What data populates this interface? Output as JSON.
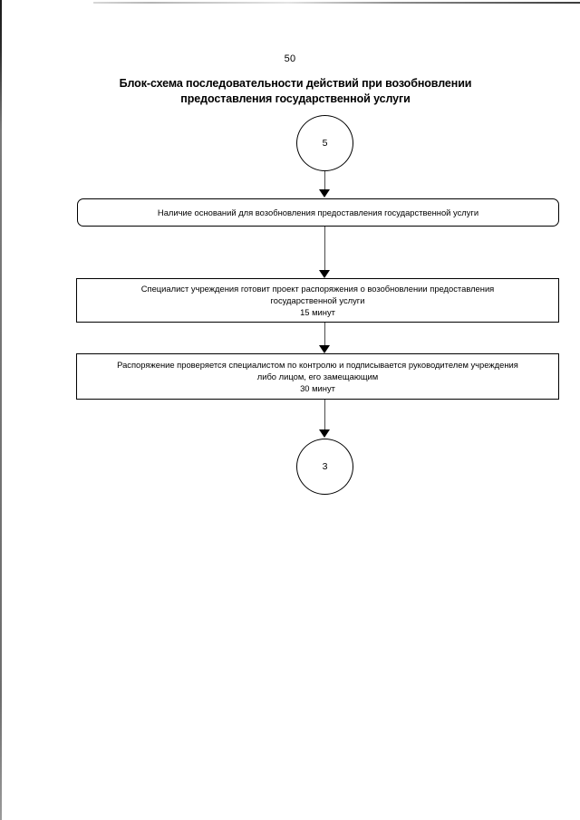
{
  "page": {
    "number": "50",
    "title_line_1": "Блок-схема последовательности действий при возобновлении",
    "title_line_2": "предоставления государственной услуги"
  },
  "flowchart": {
    "type": "flowchart",
    "orientation": "top-to-bottom",
    "nodes": [
      {
        "id": "circle-start",
        "shape": "circle",
        "label": "5"
      },
      {
        "id": "box-grounds",
        "shape": "rounded-rectangle",
        "lines": [
          "Наличие оснований для возобновления предоставления государственной услуги"
        ]
      },
      {
        "id": "box-draft",
        "shape": "rectangle",
        "lines": [
          "Специалист учреждения готовит проект распоряжения о возобновлении предоставления",
          "государственной услуги",
          "15 минут"
        ],
        "duration": "15 минут"
      },
      {
        "id": "box-check",
        "shape": "rectangle",
        "lines": [
          "Распоряжение проверяется специалистом по контролю и подписывается руководителем учреждения",
          "либо лицом, его замещающим",
          "30 минут"
        ],
        "duration": "30 минут"
      },
      {
        "id": "circle-end",
        "shape": "circle",
        "label": "3"
      }
    ],
    "connectors": [
      {
        "from": "circle-start",
        "to": "box-grounds",
        "arrow": "down"
      },
      {
        "from": "box-grounds",
        "to": "box-draft",
        "arrow": "down"
      },
      {
        "from": "box-draft",
        "to": "box-check",
        "arrow": "down"
      },
      {
        "from": "box-check",
        "to": "circle-end",
        "arrow": "down"
      }
    ]
  }
}
